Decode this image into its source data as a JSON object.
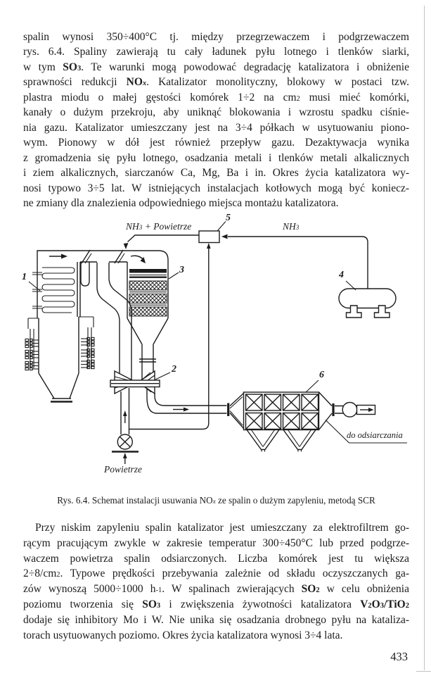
{
  "ink": "#1c1c1c",
  "page": {
    "number": "433"
  },
  "paragraph1": {
    "lines": [
      [
        "spalin wynosi 350÷400°C tj. między przegrzewaczem i podgrzewaczem"
      ],
      [
        "rys. 6.4. Spaliny zawierają tu cały ładunek pyłu lotnego i tlenków siarki,"
      ],
      [
        "w tym ",
        {
          "t": "SO",
          "b": 1
        },
        {
          "t": "3",
          "b": 1,
          "sub": 1
        },
        ". Te warunki mogą powodować degradację katalizatora i obniżenie"
      ],
      [
        "sprawności redukcji ",
        {
          "t": "NO",
          "b": 1
        },
        {
          "t": "x",
          "b": 1,
          "sub": 1,
          "i": 1
        },
        ". Katalizator monolityczny, blokowy w postaci tzw."
      ],
      [
        "plastra miodu o małej gęstości komórek 1÷2 na cm",
        {
          "t": "2",
          "sup": 1
        },
        " musi mieć komórki,"
      ],
      [
        "kanały o dużym przekroju, aby uniknąć blokowania i wzrostu spadku ciśnie-"
      ],
      [
        "nia gazu. Katalizator umieszczany jest na 3÷4 półkach w usytuowaniu piono-"
      ],
      [
        "wym. Pionowy w dół jest również przepływ gazu. Dezaktywacja wynika"
      ],
      [
        "z gromadzenia się pyłu lotnego, osadzania metali i tlenków metali alkalicznych"
      ],
      [
        "i ziem alkalicznych, siarczanów Ca, Mg, Ba i in. Okres życia katalizatora wy-"
      ],
      [
        "nosi typowo 3÷5 lat. W istniejących instalacjach kotłowych mogą być koniecz-"
      ],
      [
        "ne zmiany dla znalezienia odpowiedniego miejsca montażu katalizatora."
      ]
    ]
  },
  "figure": {
    "numbers": {
      "n1": "1",
      "n2": "2",
      "n3": "3",
      "n4": "4",
      "n5": "5",
      "n6": "6"
    },
    "texts": {
      "nh3_air": [
        "NH",
        {
          "t": "3",
          "sub": 1
        },
        " + Powietrze"
      ],
      "nh3": [
        "NH",
        {
          "t": "3",
          "sub": 1
        }
      ],
      "powietrze": [
        "Powietrze"
      ],
      "do_odsiarczania": [
        "do odsiarczania"
      ]
    }
  },
  "caption": {
    "runs": [
      "Rys. 6.4. Schemat instalacji usuwania NO",
      {
        "t": "x",
        "sub": 1,
        "i": 1
      },
      " ze spalin o dużym zapyleniu, metodą SCR"
    ]
  },
  "paragraph2": {
    "lines": [
      [
        "Przy niskim zapyleniu spalin katalizator jest umieszczany za elektrofiltrem go-"
      ],
      [
        "rącym pracującym zwykle w zakresie temperatur 300÷450°C lub przed podgrze-"
      ],
      [
        "waczem powietrza spalin odsiarczonych. Liczba komórek jest tu większa"
      ],
      [
        "2÷8/cm",
        {
          "t": "2",
          "sup": 1
        },
        ". Typowe prędkości przebywania zależnie od składu oczyszczanych ga-"
      ],
      [
        "zów wynoszą 5000÷1000 h",
        {
          "t": "-1",
          "sup": 1
        },
        ". W spalinach zwierających ",
        {
          "t": "SO",
          "b": 1
        },
        {
          "t": "2",
          "b": 1,
          "sub": 1
        },
        " w celu obniżenia"
      ],
      [
        "poziomu tworzenia się ",
        {
          "t": "SO",
          "b": 1
        },
        {
          "t": "3",
          "b": 1,
          "sub": 1
        },
        " i zwiększenia żywotności katalizatora ",
        {
          "t": "V",
          "b": 1
        },
        {
          "t": "2",
          "b": 1,
          "sub": 1
        },
        {
          "t": "O",
          "b": 1
        },
        {
          "t": "3",
          "b": 1,
          "sub": 1
        },
        {
          "t": "/TiO",
          "b": 1
        },
        {
          "t": "2",
          "b": 1,
          "sub": 1
        }
      ],
      [
        "dodaje się inhibitory Mo i W. Nie unika się osadzania drobnego pyłu na kataliza-"
      ],
      [
        "torach usytuowanych poziomo. Okres życia katalizatora wynosi 3÷4 lata."
      ]
    ]
  }
}
